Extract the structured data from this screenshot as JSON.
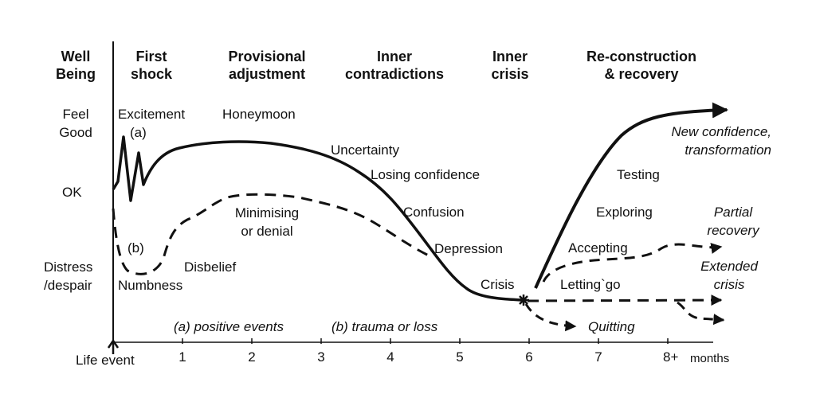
{
  "headers": {
    "well_being": [
      "Well",
      "Being"
    ],
    "first_shock": [
      "First",
      "shock"
    ],
    "provisional": [
      "Provisional",
      "adjustment"
    ],
    "inner_contradictions": [
      "Inner",
      "contradictions"
    ],
    "inner_crisis": [
      "Inner",
      "crisis"
    ],
    "reconstruction": [
      "Re-construction",
      "& recovery"
    ]
  },
  "levels": {
    "feel_good": [
      "Feel",
      "Good"
    ],
    "ok": "OK",
    "distress": [
      "Distress",
      "/despair"
    ]
  },
  "labels": {
    "excitement": "Excitement",
    "a": "(a)",
    "b": "(b)",
    "honeymoon": "Honeymoon",
    "uncertainty": "Uncertainty",
    "losing_confidence": "Losing confidence",
    "confusion": "Confusion",
    "depression": "Depression",
    "crisis": "Crisis",
    "minimising": [
      "Minimising",
      "or denial"
    ],
    "disbelief": "Disbelief",
    "numbness": "Numbness",
    "testing": "Testing",
    "exploring": "Exploring",
    "accepting": "Accepting",
    "letting_go": "Letting`go",
    "new_confidence": [
      "New confidence,",
      "transformation"
    ],
    "partial_recovery": [
      "Partial",
      "recovery"
    ],
    "extended_crisis": [
      "Extended",
      "crisis"
    ],
    "quitting": "Quitting"
  },
  "legend": {
    "positive": "(a) positive events",
    "trauma": "(b) trauma or loss"
  },
  "x_axis": {
    "start": "Life event",
    "ticks": [
      "1",
      "2",
      "3",
      "4",
      "5",
      "6",
      "7",
      "8+"
    ],
    "unit": "months"
  },
  "colors": {
    "ink": "#111111",
    "background": "#ffffff"
  }
}
